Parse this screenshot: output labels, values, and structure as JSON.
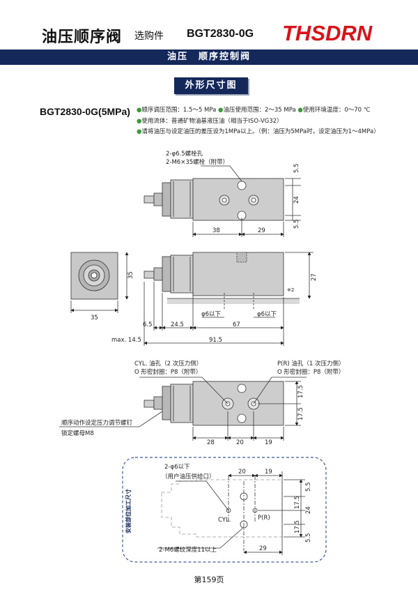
{
  "header": {
    "title": "油压顺序阀",
    "subtitle": "选购件",
    "model": "BGT2830-0G",
    "brand": "THSDRN"
  },
  "banner": {
    "text": "油压　顺序控制阀"
  },
  "section": {
    "title": "外形尺寸图"
  },
  "product": {
    "model_pressure": "BGT2830-0G(5MPa)",
    "spec_lines": [
      "顺序调压范围：1.5～5 MPa",
      "油压使用范围：2～35 MPa",
      "使用环境温度：0～70 ℃",
      "使用流体：普通矿物油基液压油（相当于ISO-VG32）",
      "请将油压与设定油压的差压设为1MPa以上。（例：油压为5MPa时，设定油压为1～4MPa）"
    ]
  },
  "drawing_top": {
    "note_hole": "2-φ6.5螺栓孔",
    "note_bolt": "2-M6×35螺栓（附带）",
    "dim_38": "38",
    "dim_29": "29",
    "dim_5_5a": "5.5",
    "dim_24": "24",
    "dim_5_5b": "5.5"
  },
  "drawing_side": {
    "dim_35_h": "35",
    "dim_35_w": "35",
    "dim_27": "27",
    "dim_phi6_a": "φ6以下",
    "dim_phi6_b": "φ6以下",
    "dim_6_5": "6.5",
    "dim_24_5": "24.5",
    "dim_67": "67",
    "dim_max": "max. 14.5",
    "dim_91_5": "91.5",
    "finish": "※2"
  },
  "drawing_ports": {
    "cyl_label": "CYL. 油孔（2 次压力侧）",
    "cyl_seal": "O 形密封圈：P8（附带）",
    "p_label": "P(R) 油孔（1 次压力侧）",
    "p_seal": "O 形密封圈：P8（附带）",
    "adjust_label": "顺序动作设定压力调节螺钉",
    "nut_label": "锁定螺母M8",
    "dim_28": "28",
    "dim_20": "20",
    "dim_19": "19",
    "dim_17_5a": "17.5",
    "dim_17_5b": "17.5"
  },
  "drawing_mount": {
    "side_label": "安装部位加工尺寸",
    "hole_note": "2-φ6以下",
    "hole_sub": "（用户油压供给口）",
    "dim_20": "20",
    "dim_19": "19",
    "dim_5_5a": "5.5",
    "dim_17_5a": "17.5",
    "dim_24": "24",
    "dim_17_5b": "17.5",
    "dim_5_5b": "5.5",
    "cyl": "CYL.",
    "pr": "P(R)",
    "thread_note": "2-M6螺纹深度11以上",
    "dim_29": "29"
  },
  "footer": {
    "page": "第159页"
  },
  "colors": {
    "navy": "#15285a",
    "brand_red": "#d7141a",
    "body_gray": "#c9c9c9",
    "dim_blue": "#3e5a9a"
  }
}
